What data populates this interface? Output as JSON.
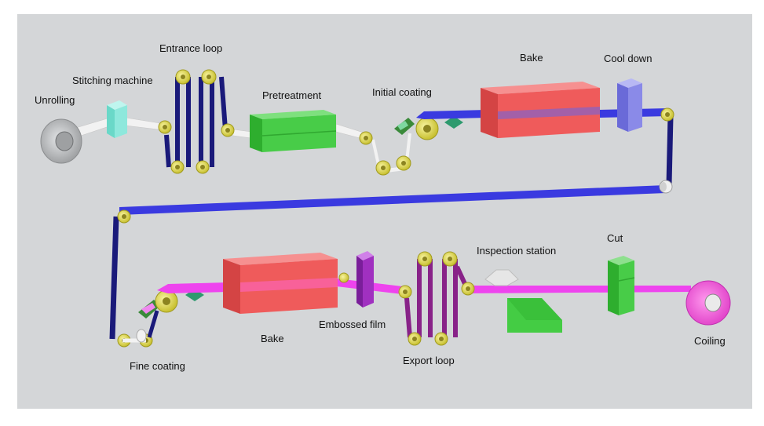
{
  "labels": {
    "unrolling": "Unrolling",
    "stitching_machine": "Stitching machine",
    "entrance_loop": "Entrance loop",
    "pretreatment": "Pretreatment",
    "initial_coating": "Initial coating",
    "bake_top": "Bake",
    "cool_down": "Cool down",
    "bake_bottom": "Bake",
    "embossed_film": "Embossed film",
    "export_loop": "Export loop",
    "inspection_station": "Inspection station",
    "cut": "Cut",
    "coiling": "Coiling",
    "fine_coating": "Fine coating"
  },
  "colors": {
    "background": "#d4d6d8",
    "strip_white": "#f2f2f2",
    "strip_blue": "#3a3ae0",
    "strip_navy": "#1a1a7a",
    "strip_magenta": "#ee44ee",
    "strip_purple": "#882288",
    "roller_yellow": "#d8d040",
    "oven_red": "#ef5b5b",
    "pretreat_green": "#44cc44",
    "cool_purple": "#8a8ae8",
    "stitch_cyan": "#7ee7d8",
    "emboss_purple": "#a030c0",
    "coil_gray": "#b6b8ba",
    "coil_pink": "#ff66dd"
  }
}
